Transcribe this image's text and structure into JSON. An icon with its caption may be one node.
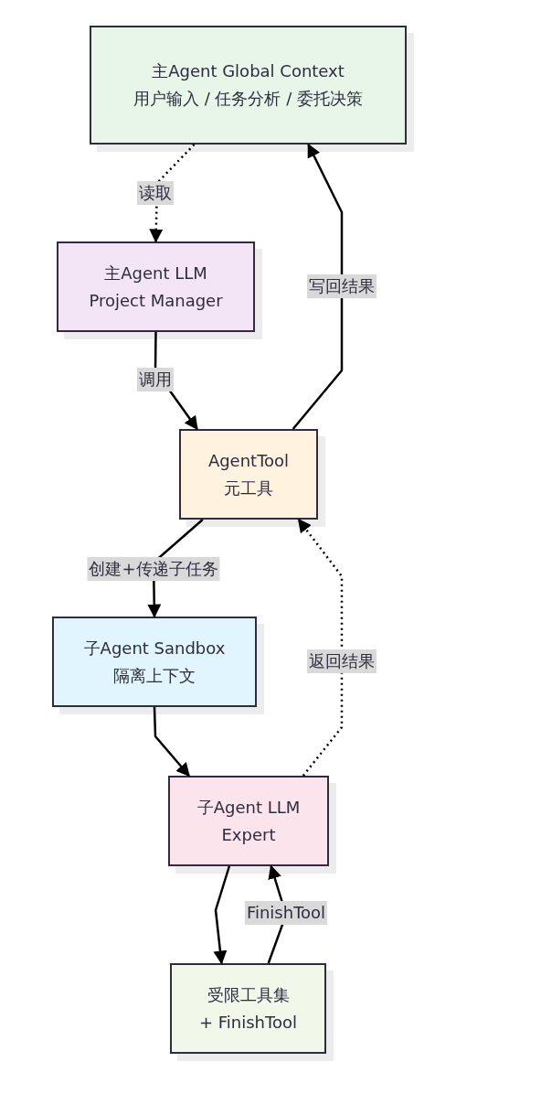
{
  "diagram": {
    "nodes": [
      {
        "text": [
          "主Agent Global Context",
          "用户输入 / 任务分析 / 委托决策"
        ]
      },
      {
        "text": [
          "主Agent LLM",
          "Project Manager"
        ]
      },
      {
        "text": [
          "AgentTool",
          "元工具"
        ]
      },
      {
        "text": [
          "子Agent Sandbox",
          "隔离上下文"
        ]
      },
      {
        "text": [
          "子Agent LLM",
          "Expert"
        ]
      },
      {
        "text": [
          "受限工具集",
          "+ FinishTool"
        ]
      }
    ],
    "edges": [
      {
        "from": 0,
        "to": 1,
        "arrow": "to",
        "label": "读取",
        "style": "dashed"
      },
      {
        "from": 1,
        "to": 2,
        "arrow": "to",
        "label": "调用"
      },
      {
        "from": 2,
        "to": 0,
        "arrow": "to",
        "label": "写回结果"
      },
      {
        "from": 2,
        "to": 3,
        "arrow": "to",
        "label": "创建+传递子任务"
      },
      {
        "from": 3,
        "to": 4,
        "arrow": "to"
      },
      {
        "from": 4,
        "to": 2,
        "arrow": "to",
        "label": "返回结果",
        "style": "dashed"
      },
      {
        "from": 4,
        "to": 5,
        "arrow": "to"
      },
      {
        "from": 5,
        "to": 4,
        "arrow": "to",
        "label": "FinishTool"
      }
    ]
  }
}
